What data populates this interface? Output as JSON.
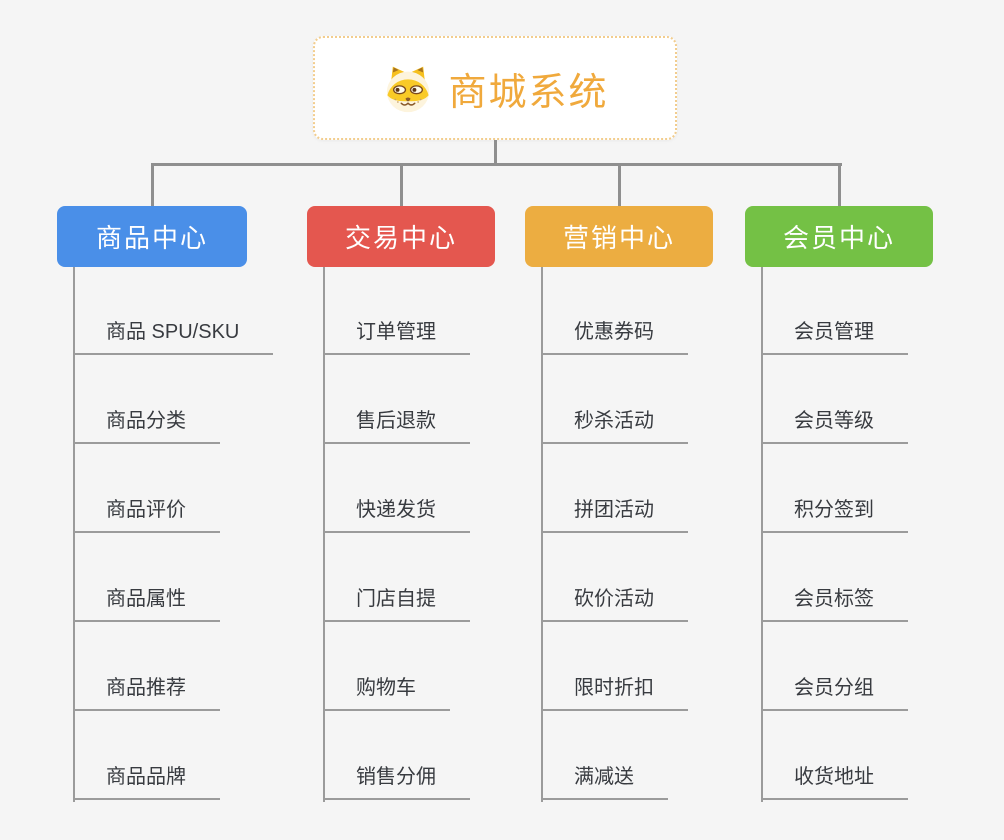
{
  "root": {
    "title": "商城系统",
    "title_color": "#f0a93c",
    "border_color": "#f2cd8e",
    "icon": "dog-face-icon"
  },
  "colors": {
    "background": "#f5f5f5",
    "connector": "#8f8f8f",
    "leaf_line": "#9b9b9b",
    "leaf_text": "#383b40",
    "branch_text": "#ffffff"
  },
  "branches": [
    {
      "label": "商品中心",
      "color": "#4a8fe8",
      "children": [
        "商品 SPU/SKU",
        "商品分类",
        "商品评价",
        "商品属性",
        "商品推荐",
        "商品品牌"
      ]
    },
    {
      "label": "交易中心",
      "color": "#e4574f",
      "children": [
        "订单管理",
        "售后退款",
        "快递发货",
        "门店自提",
        "购物车",
        "销售分佣"
      ]
    },
    {
      "label": "营销中心",
      "color": "#ecad41",
      "children": [
        "优惠券码",
        "秒杀活动",
        "拼团活动",
        "砍价活动",
        "限时折扣",
        "满减送"
      ]
    },
    {
      "label": "会员中心",
      "color": "#74c145",
      "children": [
        "会员管理",
        "会员等级",
        "积分签到",
        "会员标签",
        "会员分组",
        "收货地址"
      ]
    }
  ]
}
